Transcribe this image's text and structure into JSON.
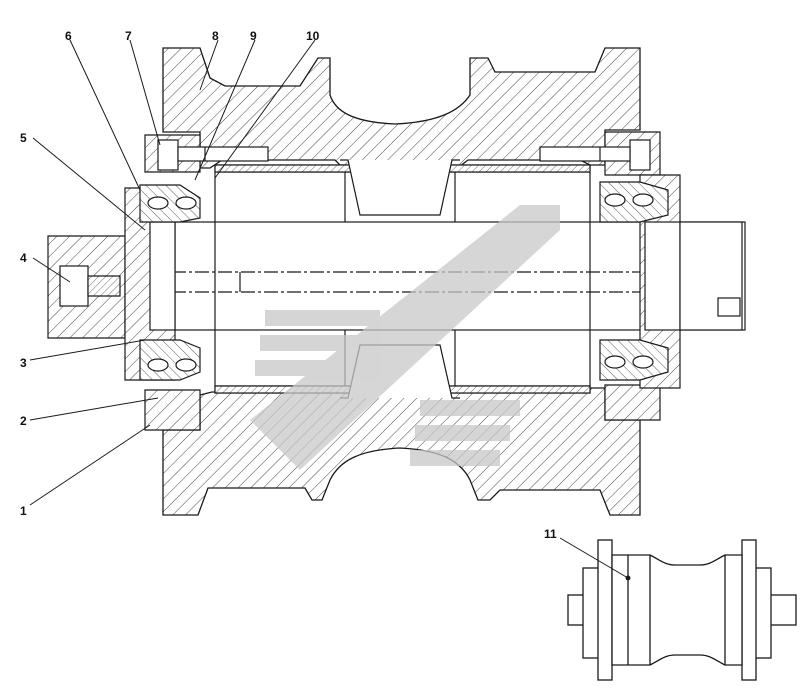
{
  "callouts": [
    {
      "id": "1",
      "text": "1"
    },
    {
      "id": "2",
      "text": "2"
    },
    {
      "id": "3",
      "text": "3"
    },
    {
      "id": "4",
      "text": "4"
    },
    {
      "id": "5",
      "text": "5"
    },
    {
      "id": "6",
      "text": "6"
    },
    {
      "id": "7",
      "text": "7"
    },
    {
      "id": "8",
      "text": "8"
    },
    {
      "id": "9",
      "text": "9"
    },
    {
      "id": "10",
      "text": "10"
    },
    {
      "id": "11",
      "text": "11"
    }
  ],
  "colors": {
    "line": "#1a1a1a",
    "hatch": "#333333",
    "watermark": "#c8c8c8",
    "background": "#ffffff"
  }
}
